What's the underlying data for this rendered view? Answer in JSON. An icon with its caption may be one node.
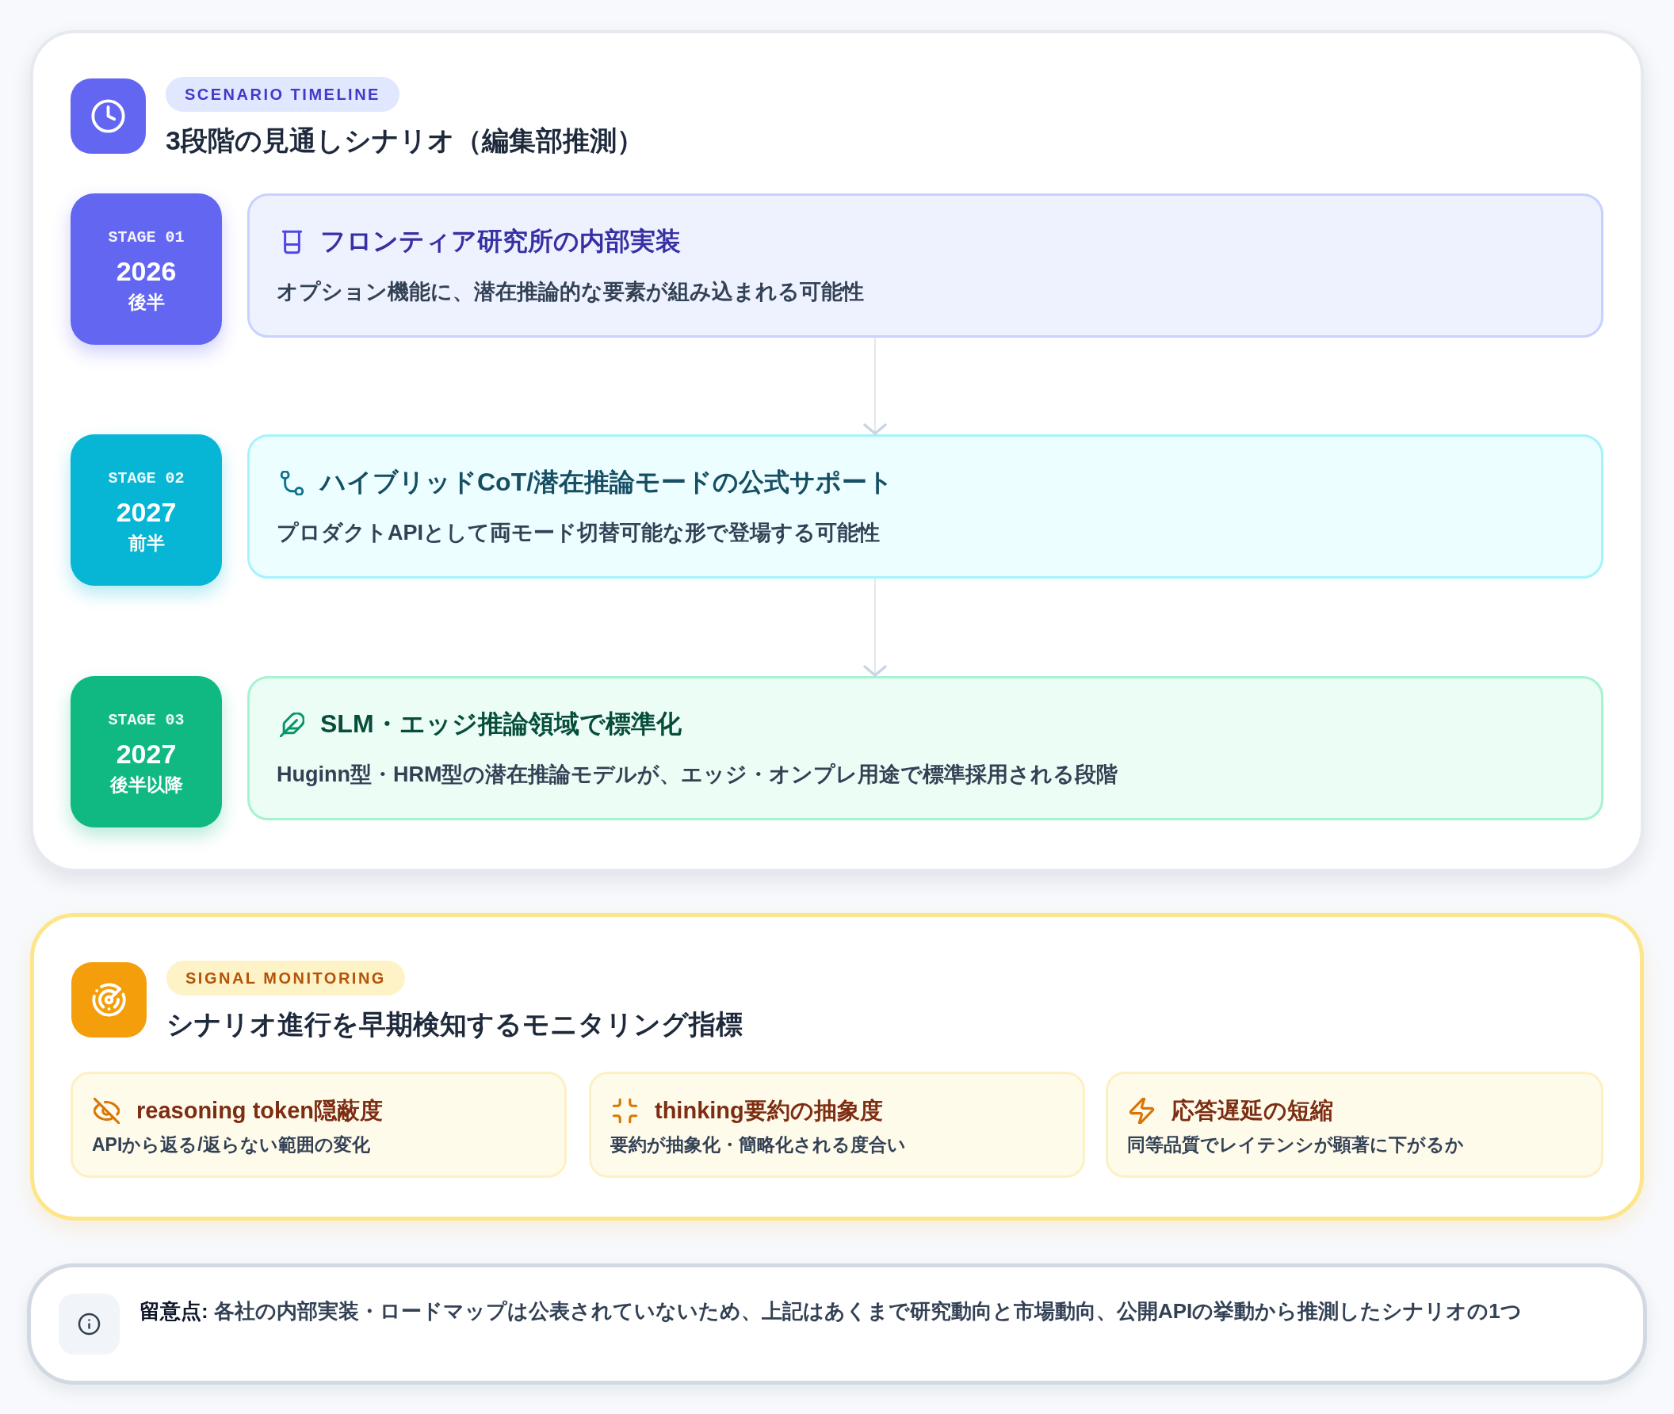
{
  "diagram": {
    "nodes": [
      {
        "text": [
          "SCENARIO TIMELINE",
          "3段階の見通しシナリオ（編集部推測）"
        ]
      },
      {
        "text": [
          "STAGE 01",
          "2026",
          "後半"
        ],
        "in": 0
      },
      {
        "text": [
          "フロンティア研究所の内部実装",
          "オプション機能に、潜在推論的な要素が組み込まれる可能性"
        ],
        "in": 0
      },
      {
        "text": [
          "STAGE 02",
          "2027",
          "前半"
        ],
        "in": 0
      },
      {
        "text": [
          "ハイブリッドCoT/潜在推論モードの公式サポート",
          "プロダクトAPIとして両モード切替可能な形で登場する可能性"
        ],
        "in": 0
      },
      {
        "text": [
          "STAGE 03",
          "2027",
          "後半以降"
        ],
        "in": 0
      },
      {
        "text": [
          "SLM・エッジ推論領域で標準化",
          "Huginn型・HRM型の潜在推論モデルが、エッジ・オンプレ用途で標準採用される段階"
        ],
        "in": 0
      },
      {
        "text": [
          "SIGNAL MONITORING",
          "シナリオ進行を早期検知するモニタリング指標"
        ]
      },
      {
        "text": [
          "reasoning token隠蔽度",
          "APIから返る/返らない範囲の変化"
        ],
        "in": 7
      },
      {
        "text": [
          "thinking要約の抽象度",
          "要約が抽象化・簡略化される度合い"
        ],
        "in": 7
      },
      {
        "text": [
          "応答遅延の短縮",
          "同等品質でレイテンシが顕著に下がるか"
        ],
        "in": 7
      },
      {
        "text": [
          "**留意点:** 各社の内部実装・ロードマップは公表されていないため、上記はあくまで研究動向と市場動向、公開APIの挙動から推測したシナリオの1つ"
        ]
      }
    ],
    "edges": [
      {
        "from": 2,
        "to": 4,
        "arrow": "to"
      },
      {
        "from": 4,
        "to": 6,
        "arrow": "to"
      }
    ]
  }
}
